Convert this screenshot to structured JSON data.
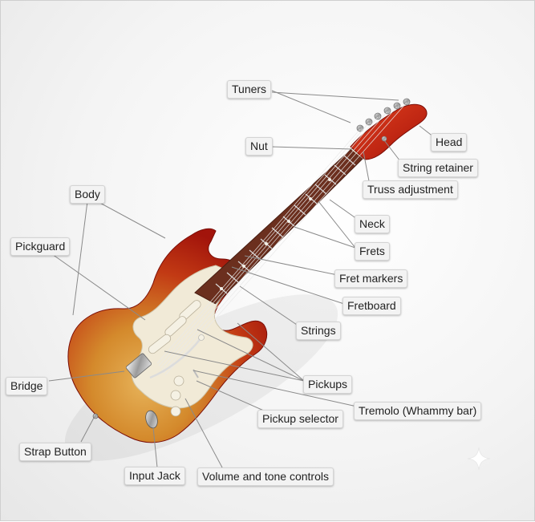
{
  "labels": {
    "tuners": "Tuners",
    "head": "Head",
    "nut": "Nut",
    "string_retainer": "String retainer",
    "truss_adjustment": "Truss adjustment",
    "body": "Body",
    "neck": "Neck",
    "pickguard": "Pickguard",
    "frets": "Frets",
    "fret_markers": "Fret markers",
    "fretboard": "Fretboard",
    "strings": "Strings",
    "pickups": "Pickups",
    "bridge": "Bridge",
    "tremolo": "Tremolo (Whammy bar)",
    "pickup_selector": "Pickup selector",
    "strap_button": "Strap Button",
    "input_jack": "Input Jack",
    "volume_tone": "Volume and tone controls"
  },
  "colors": {
    "body_red": "#b8160c",
    "body_sunburst": "#d48a2c",
    "pickguard": "#f1ead7",
    "fretboard": "#6b2f1e",
    "headstock": "#c51d10",
    "leader_line": "#8a8a8a"
  },
  "icons": {
    "watermark": "sparkle-icon"
  }
}
